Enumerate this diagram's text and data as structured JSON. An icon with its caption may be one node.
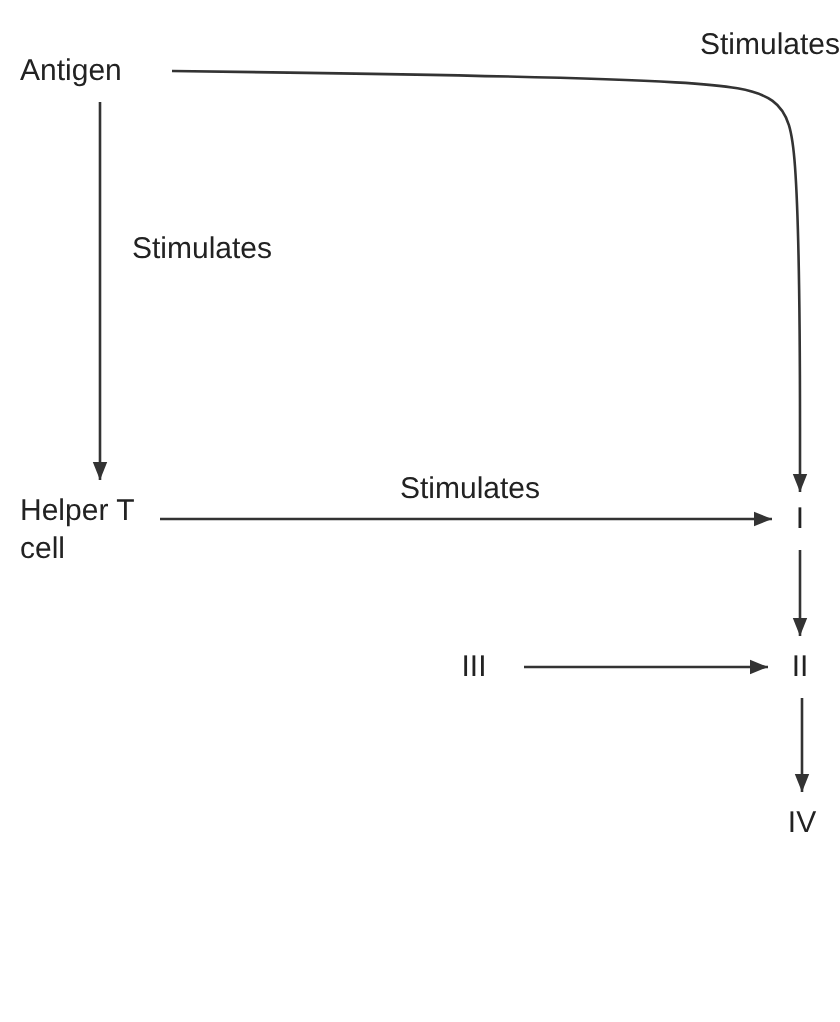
{
  "diagram": {
    "nodes": [
      {
        "text": [
          "Antigen"
        ]
      },
      {
        "text": [
          "Helper T cell"
        ]
      },
      {
        "text": [
          "I"
        ]
      },
      {
        "text": [
          "III"
        ]
      },
      {
        "text": [
          "II"
        ]
      },
      {
        "text": [
          "IV"
        ]
      }
    ],
    "edges": [
      {
        "from": 0,
        "to": 2,
        "arrow": "to",
        "label": "Stimulates"
      },
      {
        "from": 0,
        "to": 1,
        "arrow": "to",
        "label": "Stimulates"
      },
      {
        "from": 1,
        "to": 2,
        "arrow": "to",
        "label": "Stimulates"
      },
      {
        "from": 2,
        "to": 4,
        "arrow": "to"
      },
      {
        "from": 3,
        "to": 4,
        "arrow": "to"
      },
      {
        "from": 4,
        "to": 5,
        "arrow": "to"
      }
    ]
  }
}
